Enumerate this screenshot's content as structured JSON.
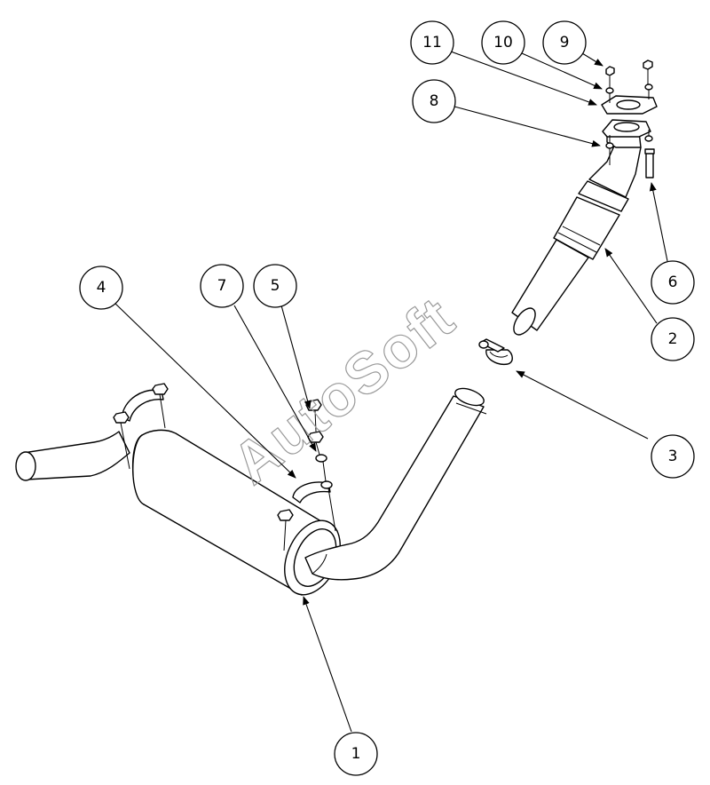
{
  "watermark": "AutoSoft",
  "callouts": [
    {
      "id": "c1",
      "label": "1"
    },
    {
      "id": "c2",
      "label": "2"
    },
    {
      "id": "c3",
      "label": "3"
    },
    {
      "id": "c4",
      "label": "4"
    },
    {
      "id": "c5",
      "label": "5"
    },
    {
      "id": "c6",
      "label": "6"
    },
    {
      "id": "c7",
      "label": "7"
    },
    {
      "id": "c8",
      "label": "8"
    },
    {
      "id": "c9",
      "label": "9"
    },
    {
      "id": "c10",
      "label": "10"
    },
    {
      "id": "c11",
      "label": "11"
    }
  ]
}
